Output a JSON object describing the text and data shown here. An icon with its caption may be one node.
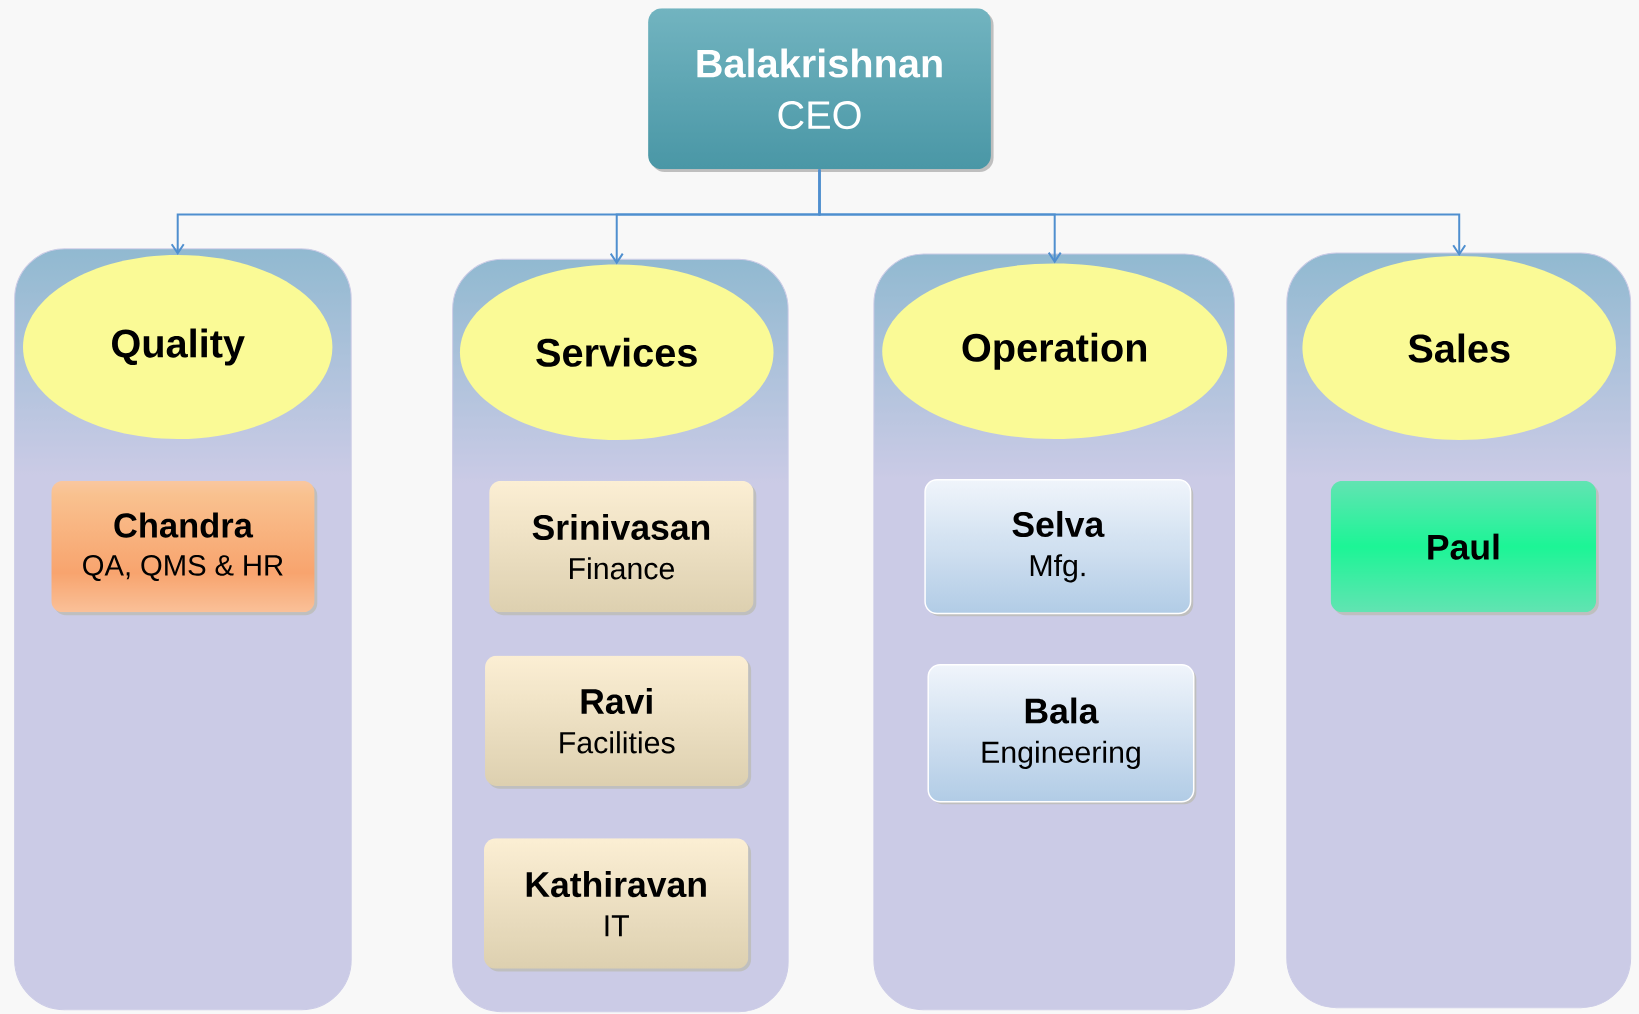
{
  "diagram": {
    "nodes": [
      {
        "text": [
          "Balakrishnan",
          "CEO"
        ]
      },
      {
        "text": [],
        "shape": "box"
      },
      {
        "text": [
          "Quality"
        ],
        "in": 1
      },
      {
        "text": [
          "Chandra",
          "QA, QMS & HR"
        ],
        "in": 1
      },
      {
        "text": [],
        "shape": "box"
      },
      {
        "text": [
          "Services"
        ],
        "in": 4
      },
      {
        "text": [
          "Srinivasan",
          "Finance"
        ],
        "in": 4
      },
      {
        "text": [
          "Ravi",
          "Facilities"
        ],
        "in": 4
      },
      {
        "text": [
          "Kathiravan",
          "IT"
        ],
        "in": 4
      },
      {
        "text": [],
        "shape": "box"
      },
      {
        "text": [
          "Operation"
        ],
        "in": 9
      },
      {
        "text": [
          "Selva",
          "Mfg."
        ],
        "in": 9
      },
      {
        "text": [
          "Bala",
          "Engineering"
        ],
        "in": 9
      },
      {
        "text": [],
        "shape": "box"
      },
      {
        "text": [
          "Sales"
        ],
        "in": 13
      },
      {
        "text": [
          "Paul"
        ],
        "in": 13
      }
    ],
    "edges": [
      {
        "from": 0,
        "to": 2,
        "arrow": "to"
      },
      {
        "from": 0,
        "to": 5,
        "arrow": "to"
      },
      {
        "from": 0,
        "to": 10,
        "arrow": "to"
      },
      {
        "from": 0,
        "to": 14,
        "arrow": "to"
      }
    ]
  }
}
